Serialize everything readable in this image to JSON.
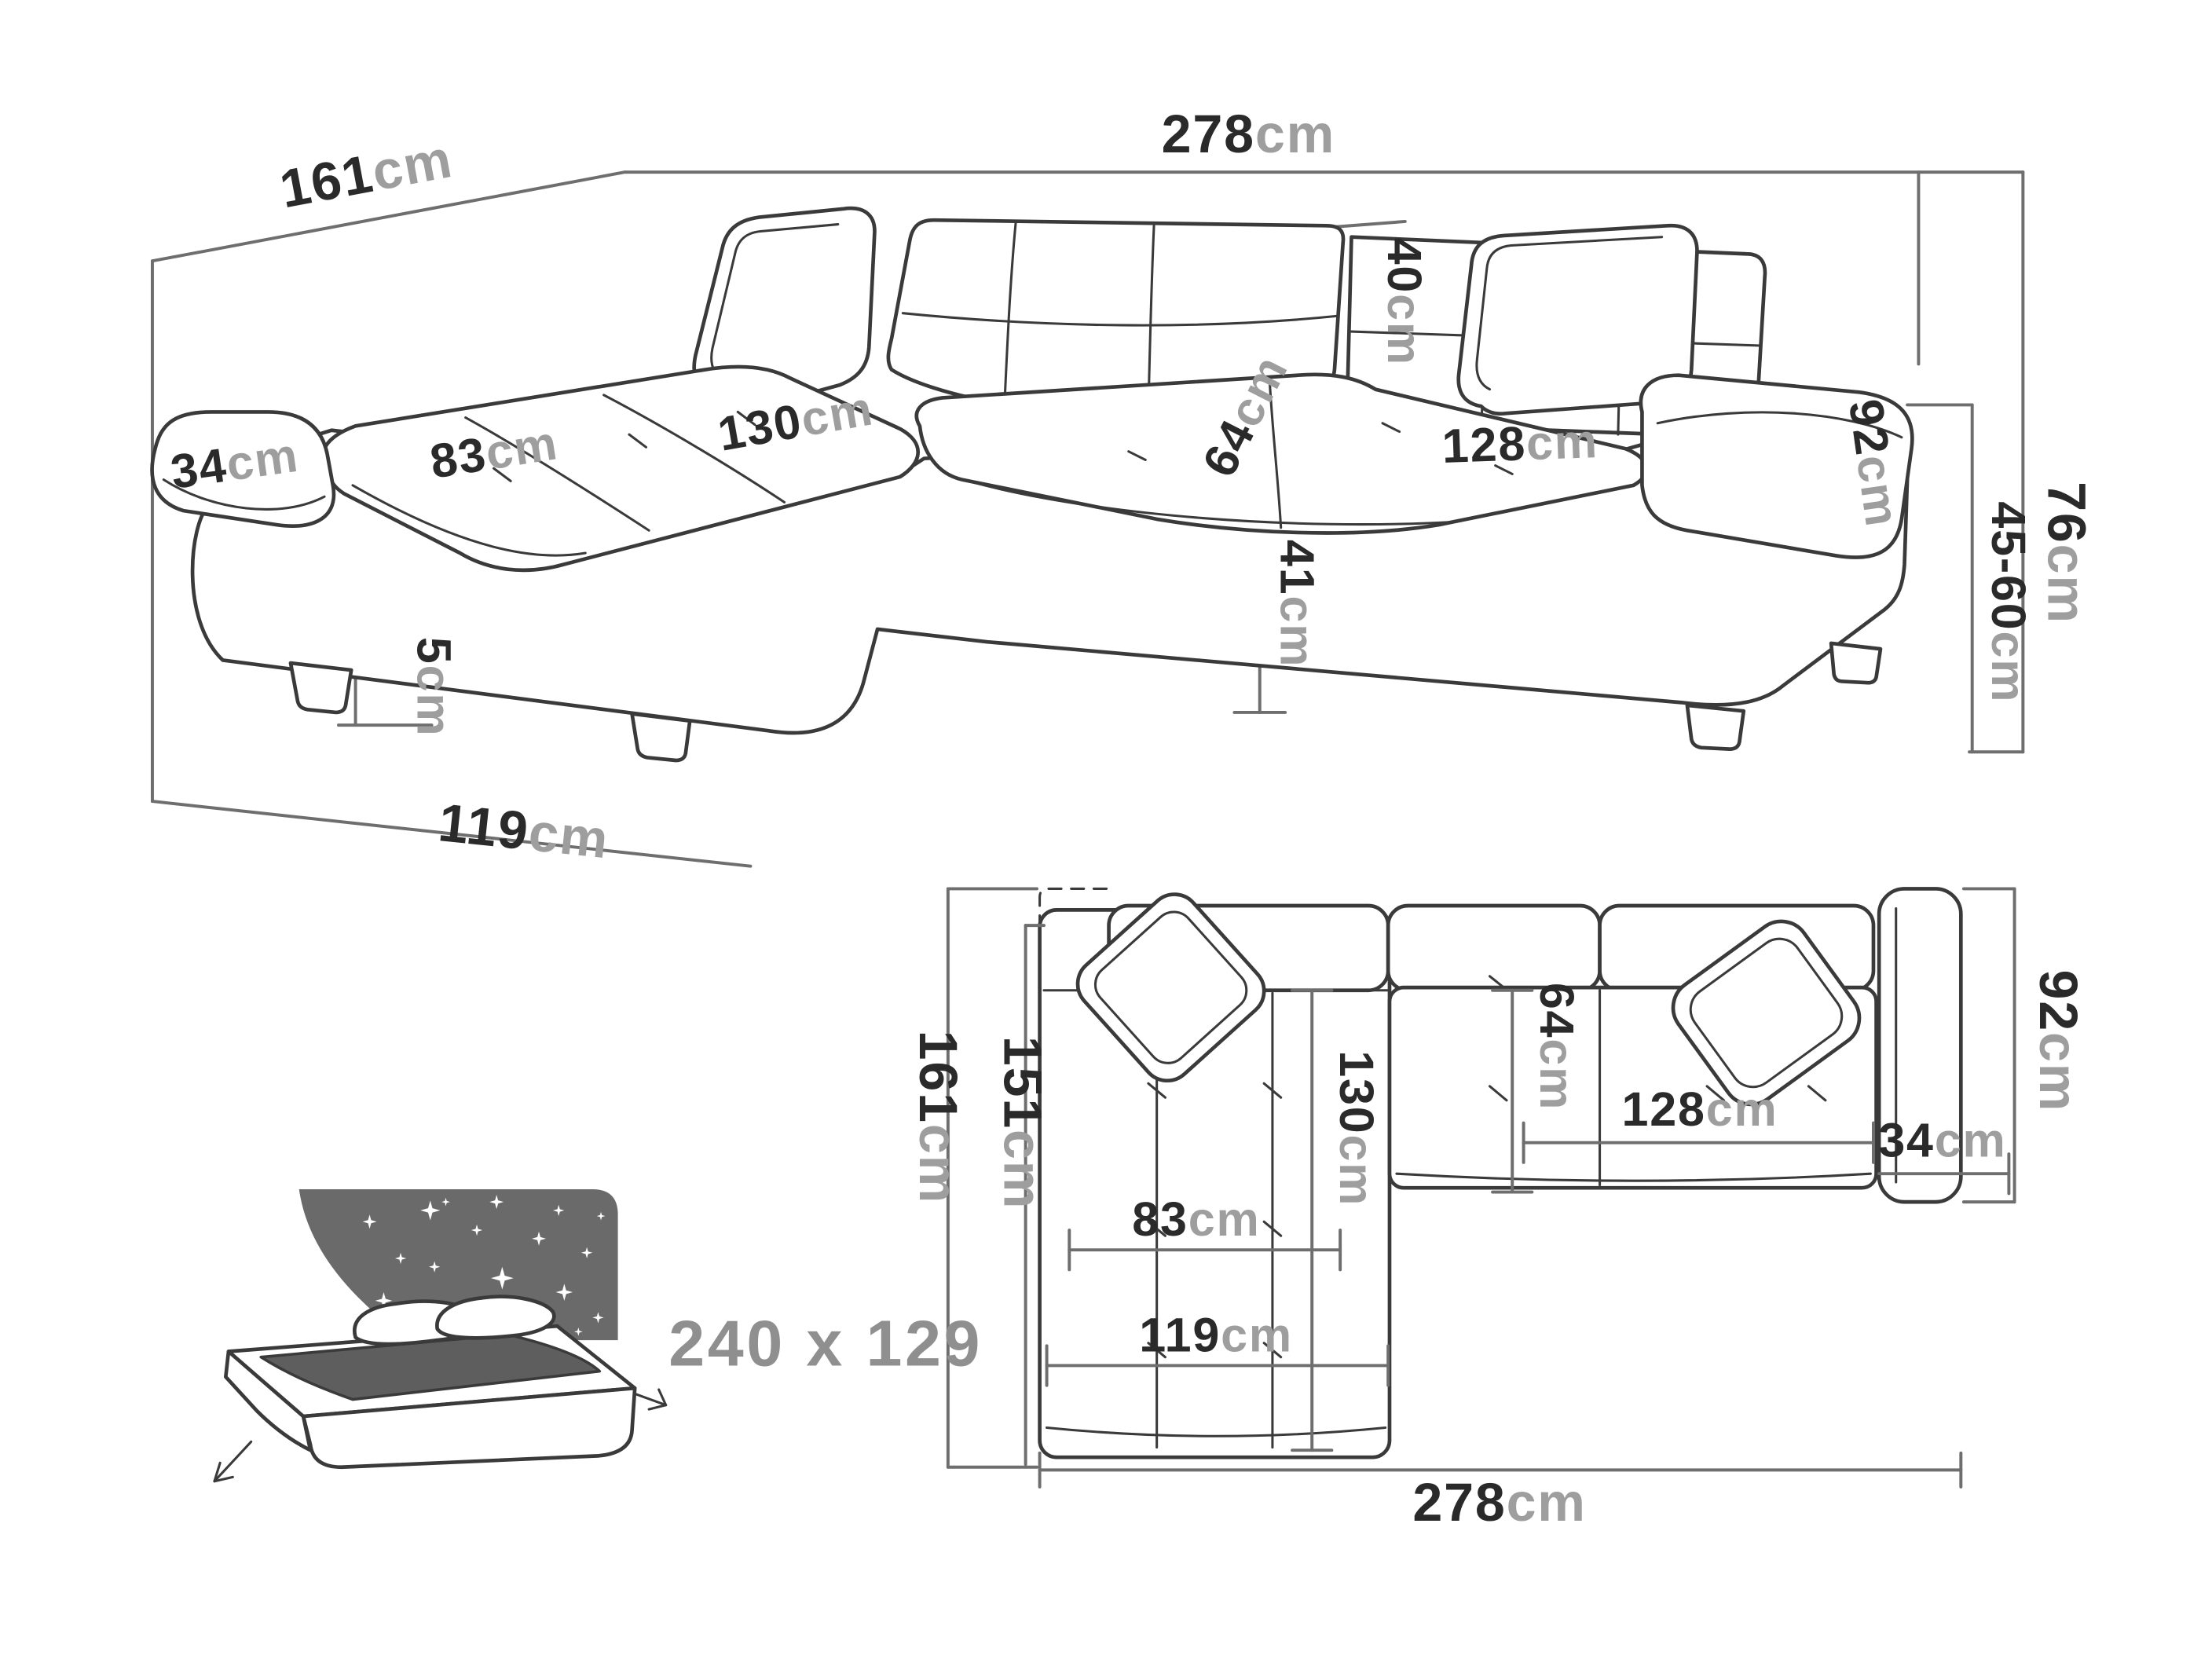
{
  "colors": {
    "background": "#ffffff",
    "outline": "#3a3a3a",
    "dimension_line": "#6e6e6e",
    "number": "#2a2a2a",
    "unit": "#9e9e9e",
    "icon_gray": "#6a6a6a"
  },
  "perspective_view": {
    "width_total": {
      "num": "278",
      "unit": "cm"
    },
    "depth_total": {
      "num": "161",
      "unit": "cm"
    },
    "backrest_height": {
      "num": "40",
      "unit": "cm"
    },
    "seat_depth": {
      "num": "64",
      "unit": "cm"
    },
    "chaise_cushion_length": {
      "num": "130",
      "unit": "cm"
    },
    "chaise_cushion_width": {
      "num": "83",
      "unit": "cm"
    },
    "left_armrest_width": {
      "num": "34",
      "unit": "cm"
    },
    "seat_cushion_width": {
      "num": "128",
      "unit": "cm"
    },
    "right_armrest_length": {
      "num": "92",
      "unit": "cm"
    },
    "height_total": {
      "num": "76",
      "unit": "cm"
    },
    "armrest_height_range": {
      "num": "45-60",
      "unit": "cm"
    },
    "seat_height": {
      "num": "41",
      "unit": "cm"
    },
    "leg_height": {
      "num": "5",
      "unit": "cm"
    },
    "chaise_depth": {
      "num": "119",
      "unit": "cm"
    }
  },
  "plan_view": {
    "depth_total": {
      "num": "161",
      "unit": "cm"
    },
    "depth_without_back": {
      "num": "151",
      "unit": "cm"
    },
    "armrest_length": {
      "num": "92",
      "unit": "cm"
    },
    "seat_depth": {
      "num": "64",
      "unit": "cm"
    },
    "chaise_length": {
      "num": "130",
      "unit": "cm"
    },
    "seat_width": {
      "num": "128",
      "unit": "cm"
    },
    "armrest_width": {
      "num": "34",
      "unit": "cm"
    },
    "chaise_width": {
      "num": "83",
      "unit": "cm"
    },
    "chaise_depth": {
      "num": "119",
      "unit": "cm"
    },
    "width_total": {
      "num": "278",
      "unit": "cm"
    }
  },
  "sleeping_area": {
    "size": "240 x 129"
  }
}
